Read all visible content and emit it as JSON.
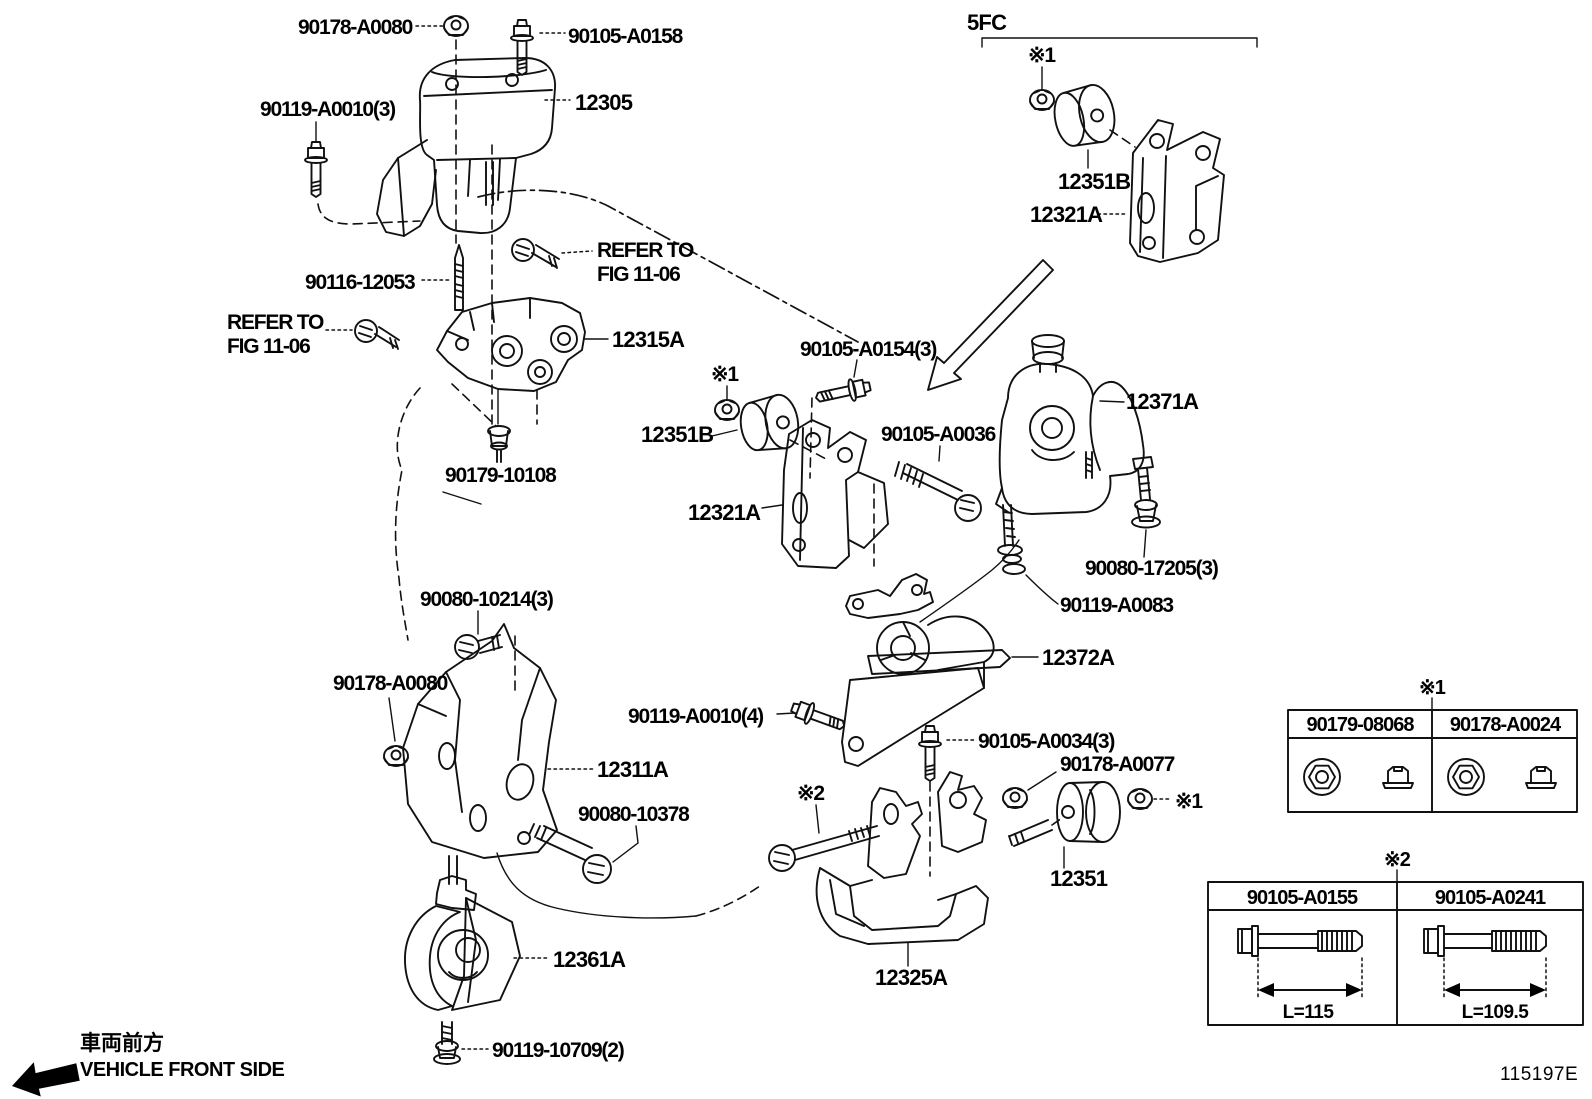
{
  "doc": {
    "figure_code": "115197E",
    "variant_label": "5FC",
    "marker1": "※1",
    "marker2": "※2",
    "refer_line1": "REFER TO",
    "refer_line2": "FIG 11-06",
    "front_jp": "車両前方",
    "front_en": "VEHICLE FRONT SIDE"
  },
  "parts": {
    "insulator_front": "12305",
    "bracket_front": "12315A",
    "stud_90116_12053": "90116-12053",
    "nut_90178_a0080": "90178-A0080",
    "bolt_90105_a0158": "90105-A0158",
    "bolt_90119_a0010_3": "90119-A0010(3)",
    "nut_90179_10108": "90179-10108",
    "damper_12351b": "12351B",
    "bracket_12321a": "12321A",
    "bolt_90105_a0154": "90105-A0154(3)",
    "bolt_90105_a0036": "90105-A0036",
    "insulator_rear": "12371A",
    "bolt_90080_17205": "90080-17205(3)",
    "nut_90119_a0083": "90119-A0083",
    "bolt_90080_10214": "90080-10214(3)",
    "bracket_side": "12311A",
    "insulator_rh": "12372A",
    "bolt_90119_a0010_4": "90119-A0010(4)",
    "bolt_90105_a0034": "90105-A0034(3)",
    "nut_90178_a0077": "90178-A0077",
    "bolt_90080_10378": "90080-10378",
    "insulator_front_lower": "12361A",
    "damper_12351": "12351",
    "bracket_lower": "12325A",
    "bolt_90119_10709": "90119-10709(2)"
  },
  "table_note1": {
    "marker": "※1",
    "left_part": "90179-08068",
    "right_part": "90178-A0024"
  },
  "table_note2": {
    "marker": "※2",
    "left_part": "90105-A0155",
    "left_length": "L=115",
    "right_part": "90105-A0241",
    "right_length": "L=109.5"
  }
}
